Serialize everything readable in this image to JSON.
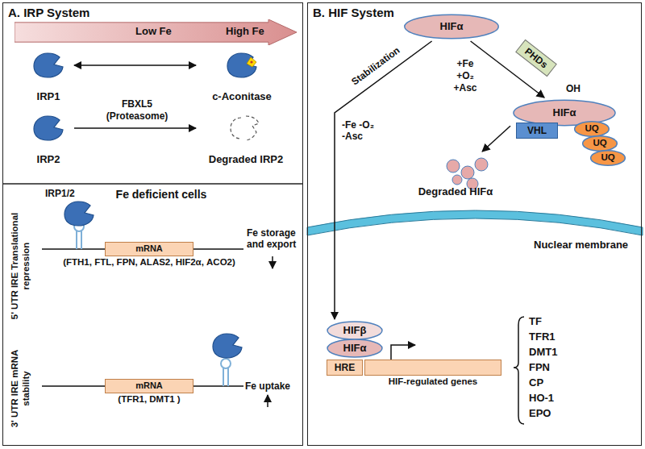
{
  "diagram": {
    "nodes": [
      {
        "text": [
          "A. IRP System"
        ]
      },
      {
        "text": [
          "Low Fe",
          "High Fe"
        ],
        "in": 0
      },
      {
        "text": [
          "IRP1"
        ],
        "in": 0
      },
      {
        "text": [
          "c-Aconitase"
        ],
        "in": 0
      },
      {
        "text": [
          "IRP2"
        ],
        "in": 0
      },
      {
        "text": [
          "Degraded IRP2"
        ],
        "in": 0
      },
      {
        "text": [
          "mRNA",
          "(FTH1, FTL, FPN, ALAS2, HIF2α, ACO2)"
        ],
        "in": 0
      },
      {
        "text": [
          "mRNA",
          "(TFR1, DMT1 )"
        ],
        "in": 0
      },
      {
        "text": [
          "B. HIF System"
        ]
      },
      {
        "text": [
          "HIFα"
        ],
        "in": 8
      },
      {
        "text": [
          "PHDs"
        ],
        "in": 8
      },
      {
        "text": [
          "HIFα"
        ],
        "in": 8
      },
      {
        "text": [
          "VHL"
        ],
        "in": 8
      },
      {
        "text": [
          "UQ"
        ],
        "in": 8
      },
      {
        "text": [
          "UQ"
        ],
        "in": 8
      },
      {
        "text": [
          "UQ"
        ],
        "in": 8
      },
      {
        "text": [
          "Degraded HIFα"
        ],
        "in": 8
      },
      {
        "text": [
          "HIFβ"
        ],
        "in": 8
      },
      {
        "text": [
          "HIFα"
        ],
        "in": 8
      },
      {
        "text": [
          "HRE"
        ],
        "in": 8
      },
      {
        "text": [
          "HIF-regulated genes"
        ],
        "in": 8
      }
    ],
    "edges": [
      {
        "from": 2,
        "to": 3,
        "arrow": "both"
      },
      {
        "from": 4,
        "to": 5,
        "label": "FBXL5 (Proteasome)",
        "arrow": "to"
      },
      {
        "from": 9,
        "to": 11,
        "label": "+Fe +O₂ +Asc",
        "arrow": "to"
      },
      {
        "from": 9,
        "to": 17,
        "arrow": "to"
      },
      {
        "from": 11,
        "to": 16,
        "arrow": "to"
      }
    ],
    "labels": [
      "Fe deficient cells",
      "5' UTR IRE Translational repression",
      "IRP1/2",
      "Fe storage and export",
      "3' UTR IRE mRNA stability",
      "Fe uptake",
      "Stabilization",
      "-Fe -O₂ -Asc",
      "OH",
      "Nuclear membrane",
      "TF",
      "TFR1",
      "DMT1",
      "FPN",
      "CP",
      "HO-1",
      "EPO"
    ]
  }
}
